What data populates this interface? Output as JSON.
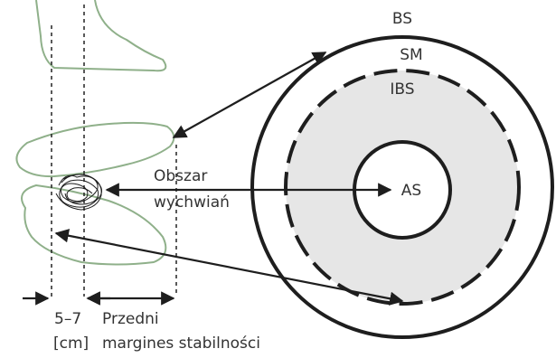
{
  "labels": {
    "bs": "BS",
    "sm": "SM",
    "ibs": "IBS",
    "as": "AS",
    "sway_line1": "Obszar",
    "sway_line2": "wychwiań",
    "width_value": "5–7",
    "width_unit": "[cm]",
    "margin_line1": "Przedni",
    "margin_line2": "margines stabilności"
  },
  "colors": {
    "line": "#1e1e1e",
    "foot_outline": "#8fb08a",
    "ibs_fill": "#e6e6e6",
    "text": "#333333"
  }
}
